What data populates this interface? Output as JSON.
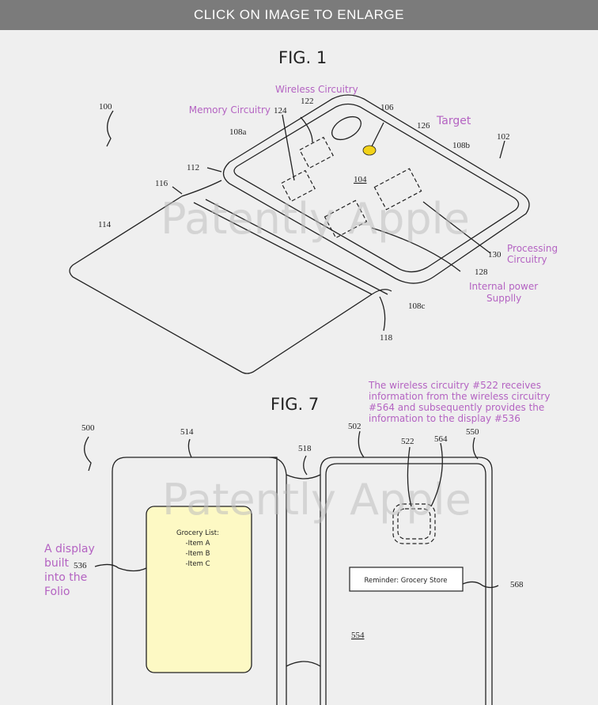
{
  "banner": {
    "text": "CLICK ON IMAGE TO ENLARGE"
  },
  "fig1": {
    "title": "FIG. 1",
    "refs": {
      "r100": "100",
      "r102": "102",
      "r104": "104",
      "r106": "106",
      "r108a": "108a",
      "r108b": "108b",
      "r108c": "108c",
      "r112": "112",
      "r114": "114",
      "r116": "116",
      "r118": "118",
      "r122": "122",
      "r124": "124",
      "r126": "126",
      "r128": "128",
      "r130": "130"
    },
    "labels": {
      "wireless": "Wireless Circuitry",
      "memory": "Memory Circuitry",
      "target": "Target",
      "processing_1": "Processing",
      "processing_2": "Circuitry",
      "power_1": "Internal power",
      "power_2": "Supplly"
    }
  },
  "fig7": {
    "title": "FIG. 7",
    "refs": {
      "r500": "500",
      "r502": "502",
      "r514": "514",
      "r518": "518",
      "r522": "522",
      "r536": "536",
      "r550": "550",
      "r554": "554",
      "r564": "564",
      "r568": "568"
    },
    "note": [
      "The wireless circuitry #522 receives",
      "information from the wireless circuitry",
      "#564 and subsequently provides the",
      "information to the display #536"
    ],
    "display_label": [
      "A display",
      "built",
      "into the",
      "Folio"
    ],
    "grocery": [
      "Grocery List:",
      "-Item A",
      "-Item B",
      "-Item C"
    ],
    "reminder": "Reminder: Grocery Store"
  },
  "watermark": "Patently Apple",
  "colors": {
    "annotation": "#b463c2",
    "display_fill": "#fdf9c4",
    "target_dot": "#f2d21a",
    "banner": "#7b7b7b"
  }
}
